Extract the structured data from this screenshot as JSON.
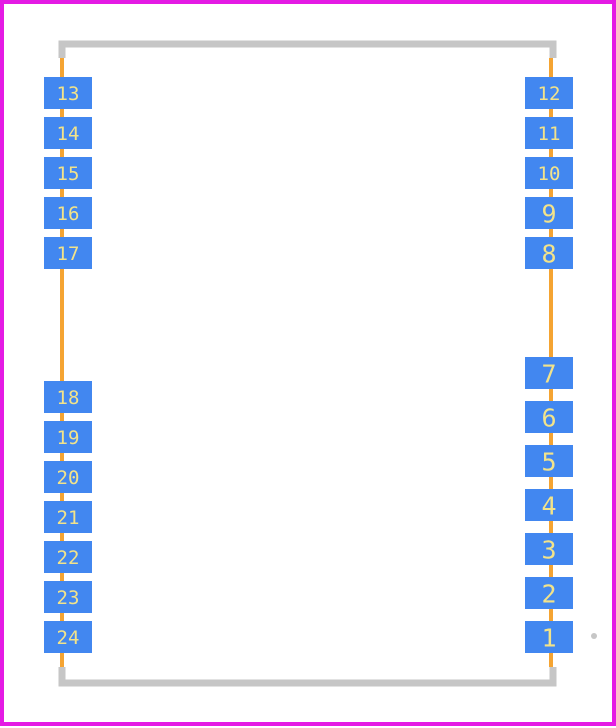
{
  "colors": {
    "background": "#ffffff",
    "board_outline": "#e41ae4",
    "body_outline": "#c6c6c6",
    "pin_trace": "#f5a432",
    "pad_fill": "#4287f0",
    "pad_label": "#f2e38a",
    "pin1_marker": "#c6c6c6"
  },
  "pins": {
    "left_top": [
      "13",
      "14",
      "15",
      "16",
      "17"
    ],
    "left_bottom": [
      "18",
      "19",
      "20",
      "21",
      "22",
      "23",
      "24"
    ],
    "right_top": [
      "12",
      "11",
      "10",
      "9",
      "8"
    ],
    "right_bottom": [
      "7",
      "6",
      "5",
      "4",
      "3",
      "2",
      "1"
    ]
  },
  "pin1_marker_icon": "dot-icon"
}
